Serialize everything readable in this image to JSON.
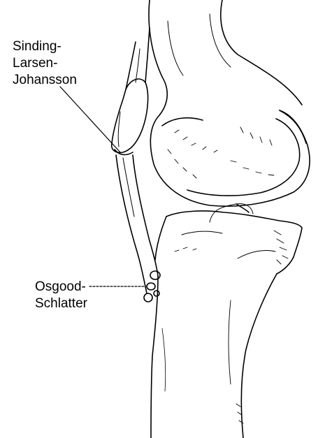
{
  "labels": {
    "sinding_line1": "Sinding-",
    "sinding_line2": "Larsen-",
    "sinding_line3": "Johansson",
    "osgood_line1": "Osgood-",
    "osgood_line2": "Schlatter"
  },
  "colors": {
    "ink": "#000000",
    "background": "#ffffff"
  }
}
